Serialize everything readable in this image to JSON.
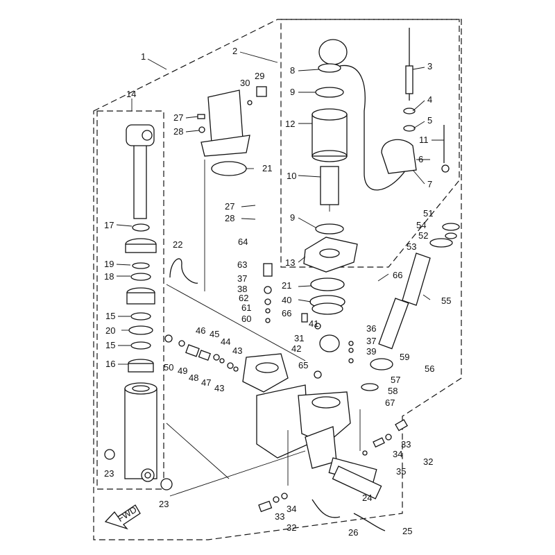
{
  "callouts": [
    "1",
    "2",
    "3",
    "4",
    "5",
    "6",
    "7",
    "8",
    "9",
    "10",
    "11",
    "12",
    "13",
    "14",
    "15",
    "16",
    "17",
    "18",
    "19",
    "20",
    "21",
    "22",
    "23",
    "24",
    "25",
    "26",
    "27",
    "28",
    "29",
    "30",
    "31",
    "32",
    "33",
    "34",
    "35",
    "36",
    "37",
    "38",
    "39",
    "40",
    "41",
    "42",
    "43",
    "44",
    "45",
    "46",
    "47",
    "48",
    "49",
    "50",
    "51",
    "52",
    "53",
    "54",
    "55",
    "56",
    "57",
    "58",
    "59",
    "60",
    "61",
    "62",
    "63",
    "64",
    "65",
    "66",
    "67"
  ],
  "fwd_label": "FWD",
  "colors": {
    "ink": "#111111",
    "paper": "#ffffff"
  }
}
